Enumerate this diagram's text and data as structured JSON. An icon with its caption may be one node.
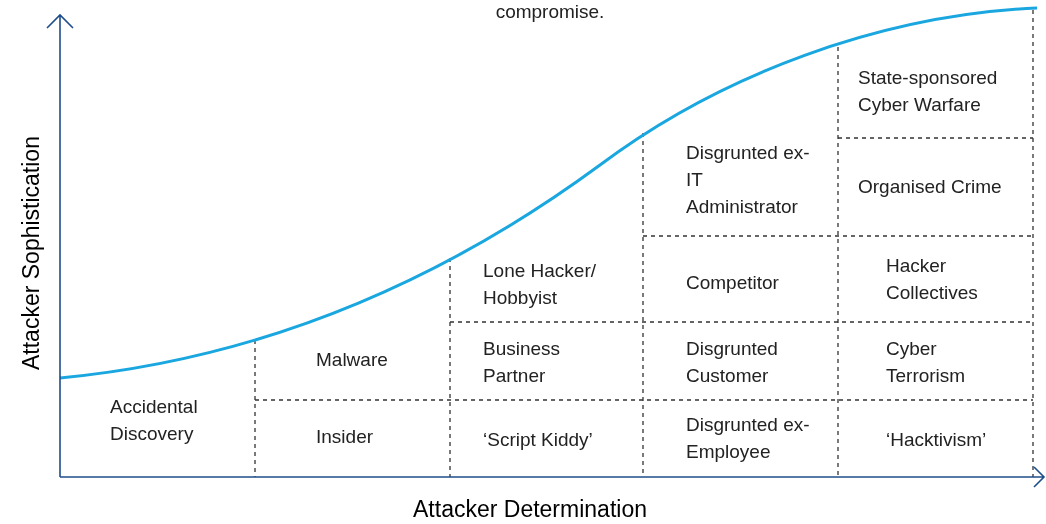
{
  "diagram": {
    "labels": [
      "compromise.",
      "State-sponsored Cyber Warfare",
      "Disgrunted ex-IT Administrator",
      "Organised Crime",
      "Attacker Sophistication",
      "Lone Hacker/ Hobbyist",
      "Competitor",
      "Hacker Collectives",
      "Malware",
      "Business Partner",
      "Disgrunted Customer",
      "Cyber Terrorism",
      "Accidental Discovery",
      "Insider",
      "‘Script Kiddy’",
      "Disgrunted ex-Employee",
      "‘Hacktivism’",
      "Attacker Determination"
    ]
  }
}
